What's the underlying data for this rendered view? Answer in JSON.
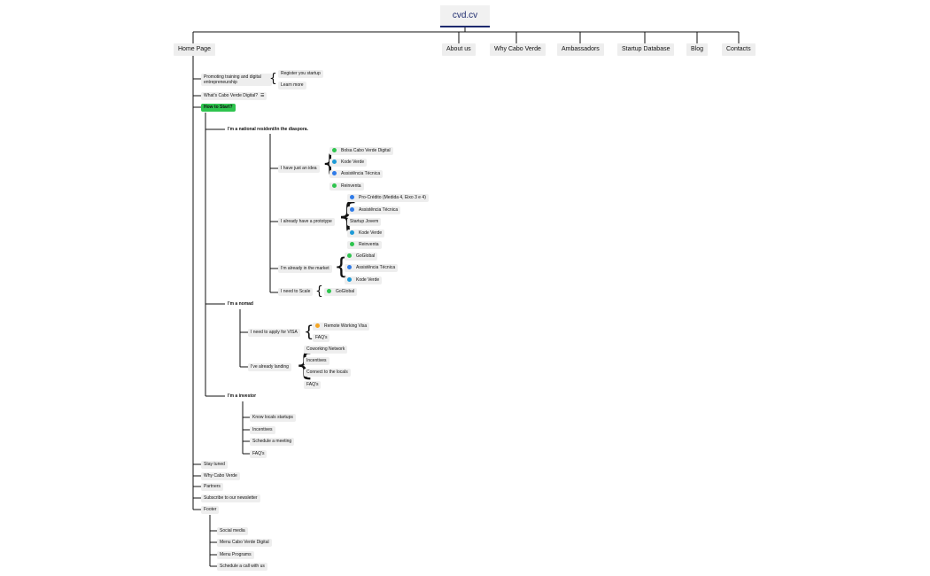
{
  "colors": {
    "green": "#2ec44e",
    "blue": "#2f7be8",
    "cyan": "#1c9ad6",
    "orange": "#f5a623",
    "title": "#1d2a6e"
  },
  "root": "cvd.cv",
  "nav": {
    "home": "Home Page",
    "about": "About us",
    "why": "Why Cabo Verde",
    "ambassadors": "Ambassadors",
    "startup_db": "Startup Database",
    "blog": "Blog",
    "contacts": "Contacts"
  },
  "home": {
    "promoting": "Promoting training and digital entrepreneurship",
    "register": "Register you startup",
    "learn": "Learn more",
    "whats_cvd": "What's Cabo Verde Digital?",
    "whats_icon": "document-icon",
    "how_to_start": "How to Start?",
    "stay_tuned": "Stay tuned",
    "why": "Why Cabo Verde",
    "partners": "Partners",
    "subscribe": "Subscribe to our newsletter",
    "footer": "Footer"
  },
  "resident": {
    "label": "I'm a national resident/in the diaspora.",
    "idea": {
      "label": "I have just an idea",
      "items": [
        "Bolsa Cabo Verde Digital",
        "Kode Verde",
        "Assistência Técnica",
        "Reinventa"
      ]
    },
    "prototype": {
      "label": "I already have a prototype",
      "items": [
        "Pro-Crédito (Medida 4, Eixo 3 e 4)",
        "Assistência Técnica",
        "Startup Jovem",
        "Kode Verde",
        "Reinventa"
      ]
    },
    "market": {
      "label": "I'm already in the market",
      "items": [
        "GoGlobal",
        "Assistência Técnica",
        "Kode Verde"
      ]
    },
    "scale": {
      "label": "I need to Scale",
      "items": [
        "GoGlobal"
      ]
    }
  },
  "nomad": {
    "label": "I'm a nomad",
    "visa": {
      "label": "I need to apply for VISA",
      "items": [
        "Remote Working Visa",
        "FAQ's"
      ]
    },
    "landing": {
      "label": "I've already landing",
      "items": [
        "Coworking Network",
        "Incentives",
        "Connect to the locals",
        "FAQ's"
      ]
    }
  },
  "investor": {
    "label": "I'm a investor",
    "items": [
      "Know locals startups",
      "Incentives",
      "Schedule a meeting",
      "FAQ's"
    ]
  },
  "footer_items": [
    "Social media",
    "Menu Cabo Verde Digital",
    "Menu Programs",
    "Schedule a call with us"
  ]
}
